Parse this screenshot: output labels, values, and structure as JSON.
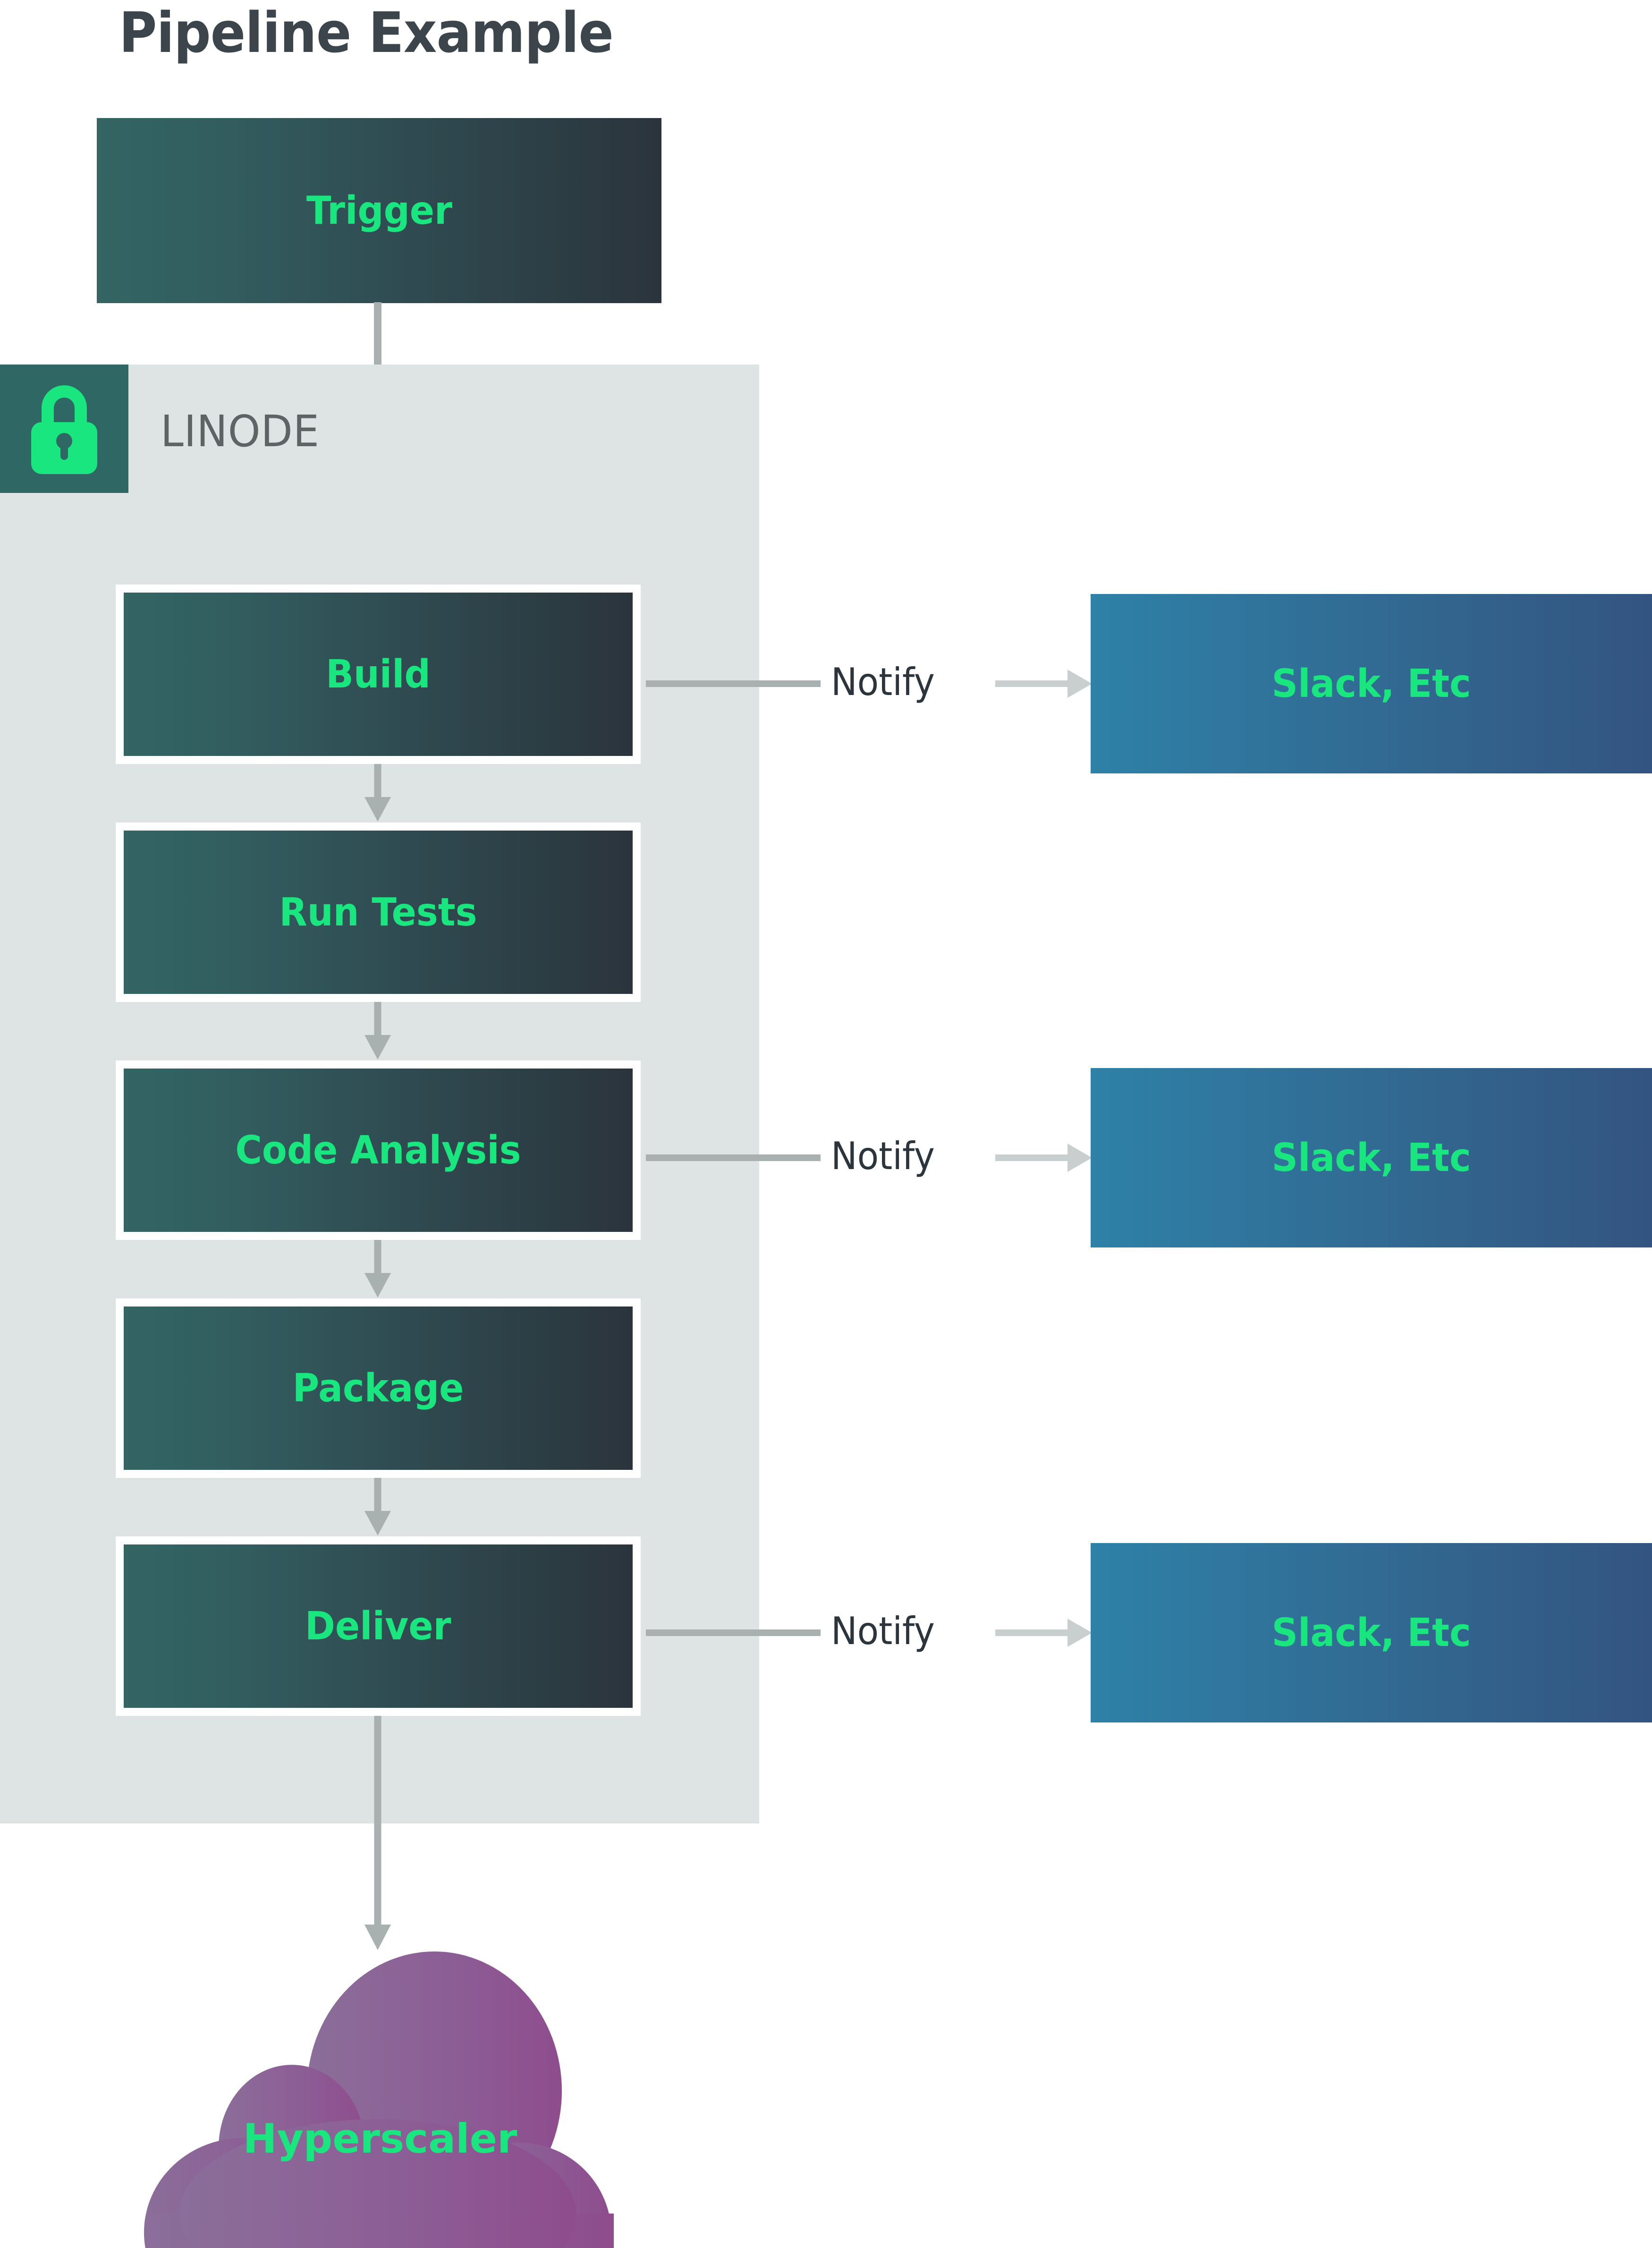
{
  "title": "Pipeline Example",
  "zone": {
    "label": "LINODE",
    "icon": "lock-icon"
  },
  "trigger": {
    "label": "Trigger"
  },
  "stages": [
    {
      "label": "Build"
    },
    {
      "label": "Run Tests"
    },
    {
      "label": "Code Analysis"
    },
    {
      "label": "Package"
    },
    {
      "label": "Deliver"
    }
  ],
  "notifications": [
    {
      "edge_label": "Notify",
      "target": "Slack, Etc"
    },
    {
      "edge_label": "Notify",
      "target": "Slack, Etc"
    },
    {
      "edge_label": "Notify",
      "target": "Slack, Etc"
    }
  ],
  "cloud": {
    "label": "Hyperscaler"
  },
  "colors": {
    "accent_green": "#1ae67f",
    "title_slate": "#3c444c",
    "zone_background": "#dde4e3",
    "zone_badge": "#2e6763",
    "node_gradient_start": "#336563",
    "node_gradient_end": "#2b343c",
    "notify_gradient_start": "#2e81a8",
    "notify_gradient_end": "#335480",
    "cloud_gradient_start": "#8b6e99",
    "cloud_gradient_end": "#8e4d8d",
    "connector_gray": "#a8b0b0",
    "label_gray": "#5c6466"
  }
}
